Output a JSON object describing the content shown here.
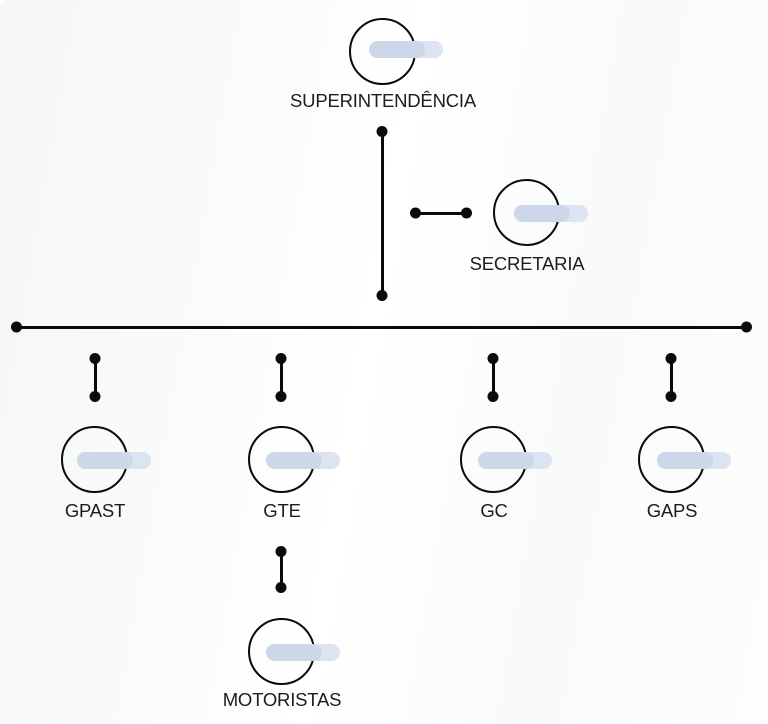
{
  "diagram": {
    "type": "org-chart",
    "accent": {
      "line_color": "#0a0a0a",
      "label_color": "#1c1c1c",
      "pill_color": "#ccd7ea",
      "pill_tail_color": "#dce4f2",
      "background_gray": "#f5f6f6",
      "background_white": "#ffffff"
    },
    "nodes": [
      {
        "id": "superintendencia",
        "label": "SUPERINTENDÊNCIA"
      },
      {
        "id": "secretaria",
        "label": "SECRETARIA"
      },
      {
        "id": "gpast",
        "label": "GPAST"
      },
      {
        "id": "gte",
        "label": "GTE"
      },
      {
        "id": "gc",
        "label": "GC"
      },
      {
        "id": "gaps",
        "label": "GAPS"
      },
      {
        "id": "motoristas",
        "label": "MOTORISTAS"
      }
    ],
    "edges": [
      {
        "from": "superintendencia",
        "to": "secretaria"
      },
      {
        "from": "superintendencia",
        "to": "gpast"
      },
      {
        "from": "superintendencia",
        "to": "gte"
      },
      {
        "from": "superintendencia",
        "to": "gc"
      },
      {
        "from": "superintendencia",
        "to": "gaps"
      },
      {
        "from": "gte",
        "to": "motoristas"
      }
    ]
  }
}
